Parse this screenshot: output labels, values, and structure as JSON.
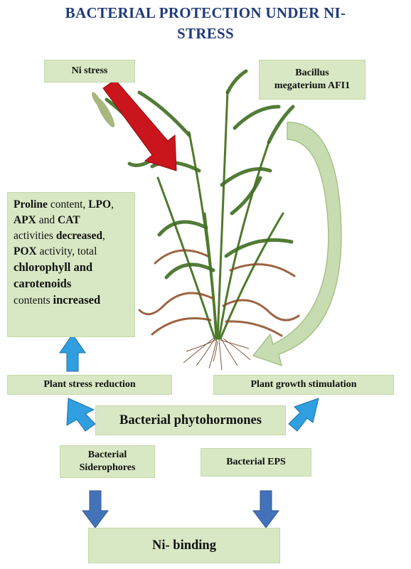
{
  "title": {
    "line1": "BACTERIAL PROTECTION UNDER NI-",
    "line2": "STRESS"
  },
  "boxes": {
    "ni_stress": "Ni stress",
    "bacillus": {
      "line1": "Bacillus",
      "line2": "megaterium AFI1"
    },
    "effects": {
      "l1_b1": "Proline",
      "l1_t1": " content, ",
      "l1_b2": "LPO",
      "l1_t2": ",",
      "l2_b1": "APX",
      "l2_t1": " and ",
      "l2_b2": "CAT",
      "l3_t1": "activities ",
      "l3_b1": "decreased",
      "l3_t2": ",",
      "l4_b1": "POX",
      "l4_t1": " activity, total",
      "l5_b1": "chlorophyll and",
      "l6_b1": "carotenoids",
      "l7_t1": "contents ",
      "l7_b1": "increased"
    },
    "stress_reduction": "Plant stress reduction",
    "growth_stimulation": "Plant growth stimulation",
    "phytohormones": "Bacterial phytohormones",
    "siderophores": {
      "line1": "Bacterial",
      "line2": "Siderophores"
    },
    "eps": "Bacterial EPS",
    "ni_binding": "Ni- binding"
  },
  "colors": {
    "title": "#1f3a7a",
    "box_fill": "#d8e8c4",
    "red_arrow": "#c9151b",
    "green_arrow": "#c7dcb0",
    "light_blue_arrow": "#2f9fe0",
    "dark_blue_arrow": "#4472b8"
  }
}
